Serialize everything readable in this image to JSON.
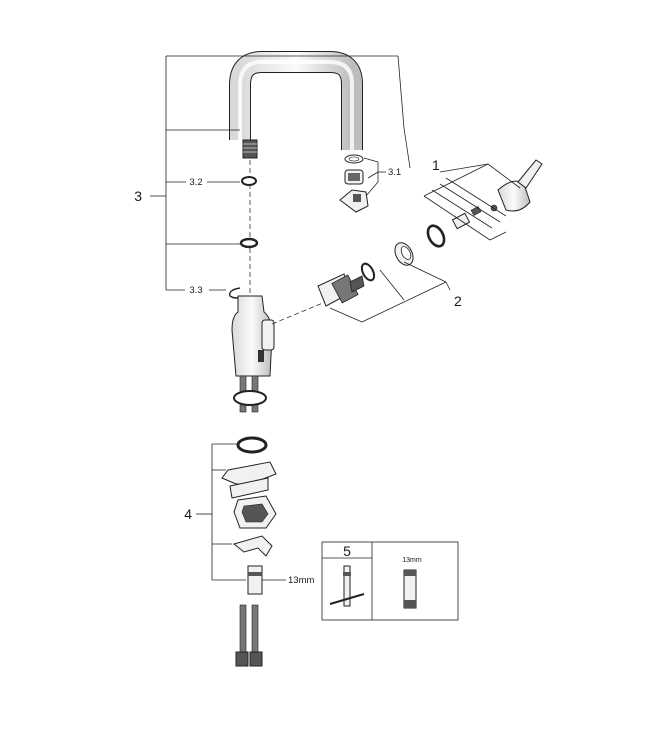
{
  "callouts": {
    "c1": "1",
    "c2": "2",
    "c3": "3",
    "c3_1": "3.1",
    "c3_2": "3.2",
    "c3_3": "3.3",
    "c4": "4",
    "c4_size": "13mm",
    "c5": "5",
    "c5_size": "13mm"
  }
}
